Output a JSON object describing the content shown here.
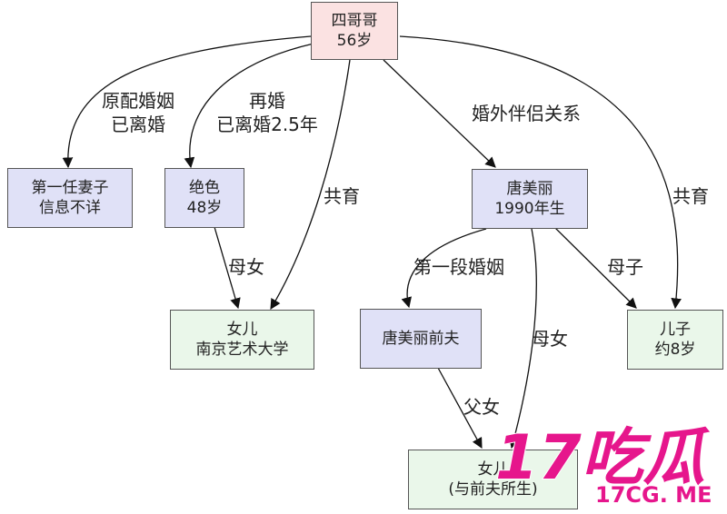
{
  "nodes": {
    "si_ge_ge": {
      "line1": "四哥哥",
      "line2": "56岁"
    },
    "first_wife": {
      "line1": "第一任妻子",
      "line2": "信息不详"
    },
    "jue_se": {
      "line1": "绝色",
      "line2": "48岁"
    },
    "tang_meili": {
      "line1": "唐美丽",
      "line2": "1990年生"
    },
    "daughter_1": {
      "line1": "女儿",
      "line2": "南京艺术大学"
    },
    "tang_ex_husband": {
      "line1": "唐美丽前夫"
    },
    "son": {
      "line1": "儿子",
      "line2": "约8岁"
    },
    "daughter_2": {
      "line1": "女儿",
      "line2": "(与前夫所生)"
    }
  },
  "edges": {
    "original_marriage": {
      "line1": "原配婚姻",
      "line2": "已离婚"
    },
    "remarriage": {
      "line1": "再婚",
      "line2": "已离婚2.5年"
    },
    "co_raise_left": "共育",
    "affair": "婚外伴侣关系",
    "co_raise_right": "共育",
    "mother_daughter_left": "母女",
    "first_marriage": "第一段婚姻",
    "mother_daughter_right": "母女",
    "mother_son": "母子",
    "father_daughter": "父女"
  },
  "colors": {
    "pink_node": "#fbe2e2",
    "blue_node": "#e0e1f7",
    "green_node": "#eaf7ea",
    "watermark": "#e6168c"
  },
  "watermark": {
    "logo": "17吃瓜",
    "url": "17CG. ME"
  }
}
